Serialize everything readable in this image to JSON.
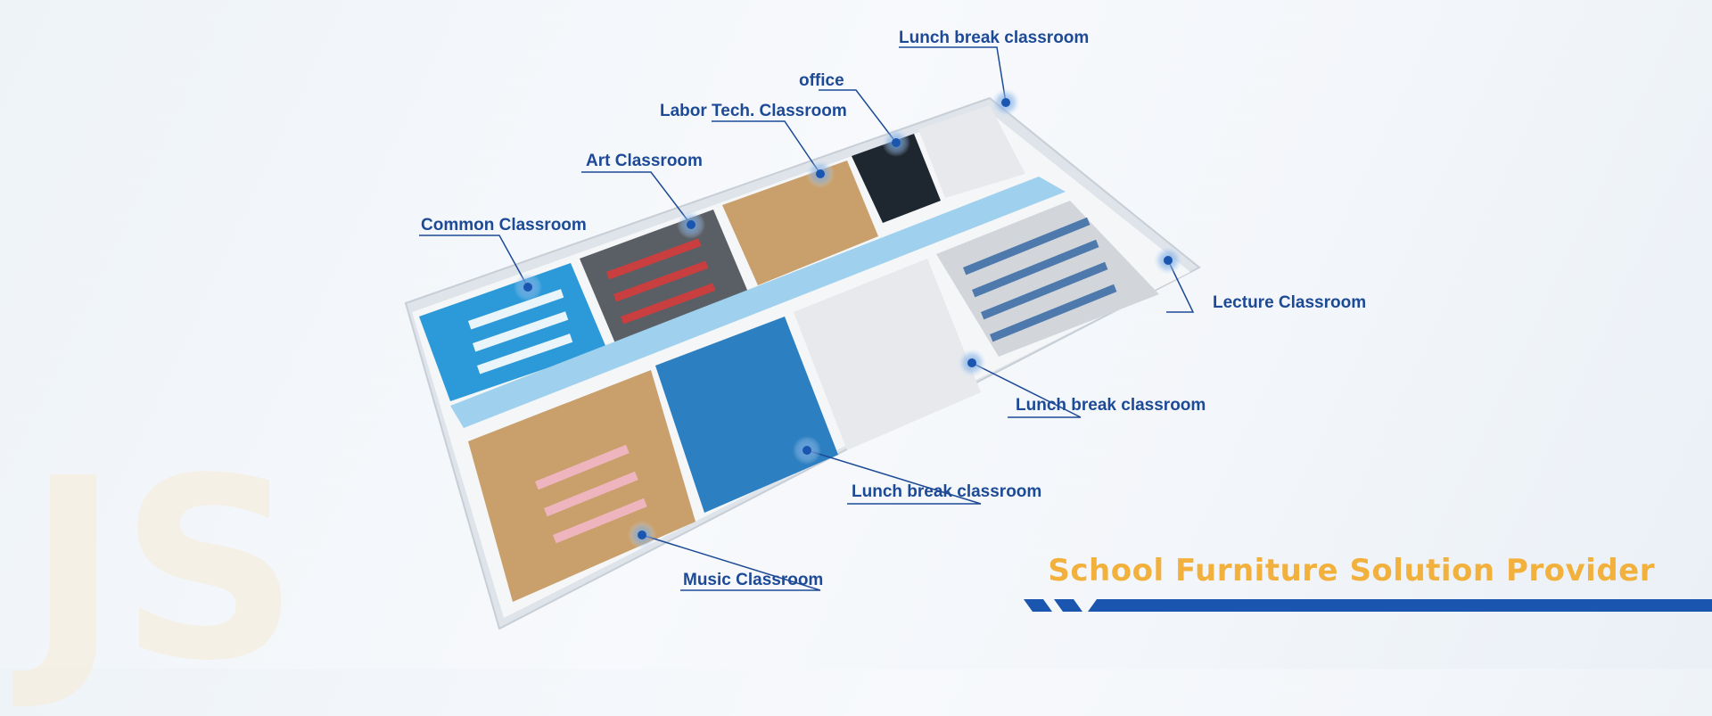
{
  "diagram": {
    "labels": [
      {
        "id": "lunch-break-top",
        "text": "Lunch break classroom"
      },
      {
        "id": "office",
        "text": "office"
      },
      {
        "id": "labor-tech",
        "text": "Labor Tech. Classroom"
      },
      {
        "id": "art",
        "text": "Art Classroom"
      },
      {
        "id": "common",
        "text": "Common Classroom"
      },
      {
        "id": "lecture",
        "text": "Lecture Classroom"
      },
      {
        "id": "lunch-break-mid",
        "text": "Lunch break classroom"
      },
      {
        "id": "lunch-break-low",
        "text": "Lunch break classroom"
      },
      {
        "id": "music",
        "text": "Music Classroom"
      }
    ],
    "tagline": "School Furniture Solution Provider",
    "background_mark": "JS"
  },
  "colors": {
    "label_text": "#1c4a96",
    "tagline": "#f2b03c",
    "accent_blue": "#1a56b0",
    "floor_blue": "#2c9ad8",
    "floor_wood": "#c9a06c",
    "floor_gray": "#5a5f66",
    "floor_light": "#e7e9ec"
  }
}
